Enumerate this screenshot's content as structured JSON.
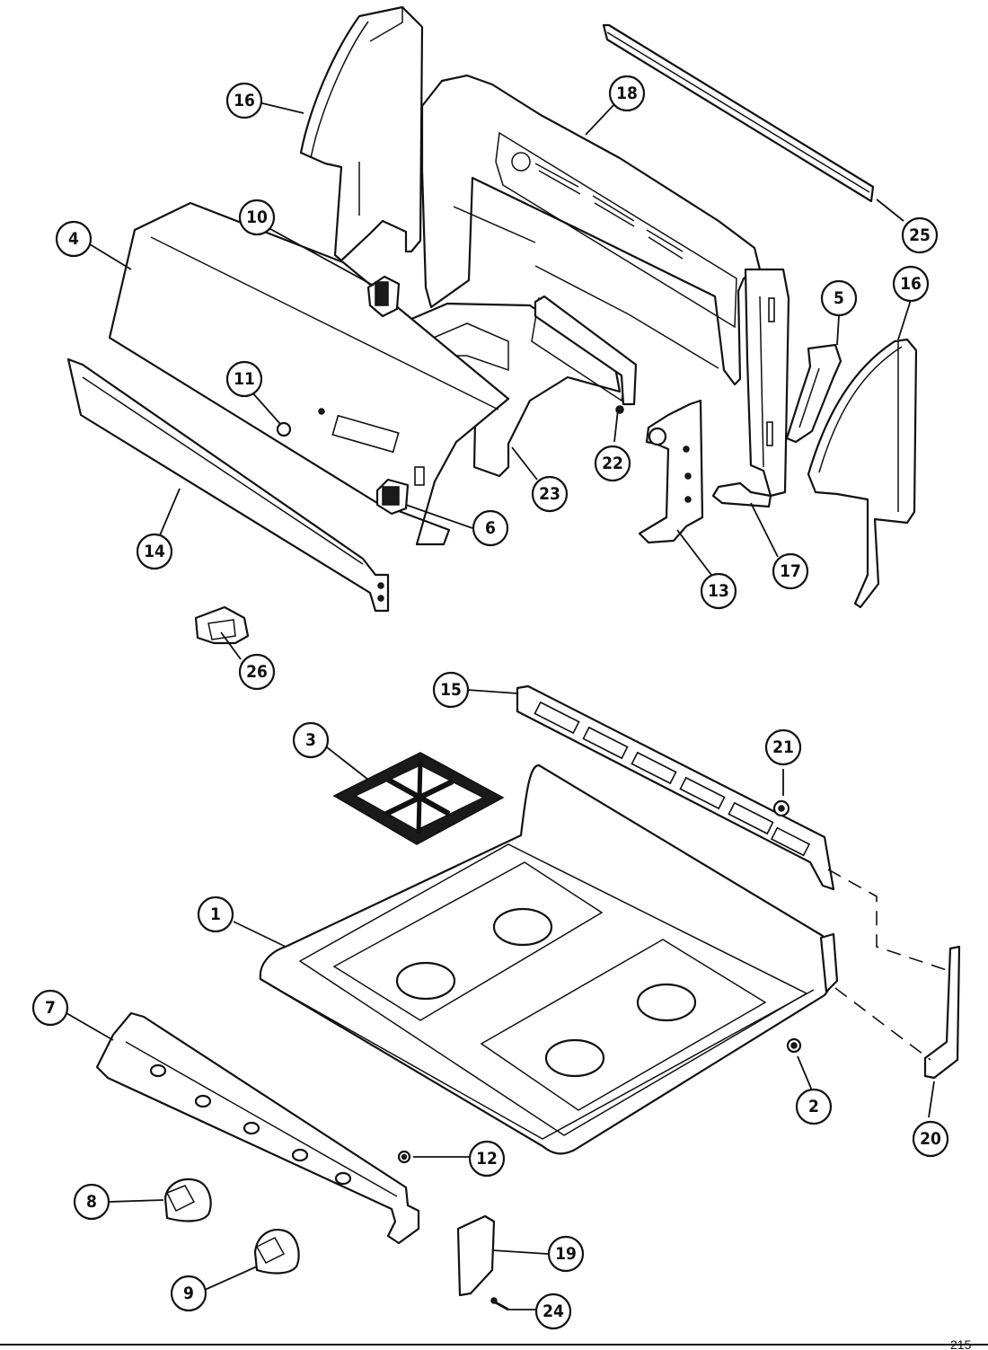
{
  "callouts": [
    {
      "id": "16a",
      "label": "16"
    },
    {
      "id": "18",
      "label": "18"
    },
    {
      "id": "25",
      "label": "25"
    },
    {
      "id": "4",
      "label": "4"
    },
    {
      "id": "10",
      "label": "10"
    },
    {
      "id": "5",
      "label": "5"
    },
    {
      "id": "16b",
      "label": "16"
    },
    {
      "id": "11",
      "label": "11"
    },
    {
      "id": "22",
      "label": "22"
    },
    {
      "id": "23",
      "label": "23"
    },
    {
      "id": "6",
      "label": "6"
    },
    {
      "id": "14",
      "label": "14"
    },
    {
      "id": "13",
      "label": "13"
    },
    {
      "id": "17",
      "label": "17"
    },
    {
      "id": "26",
      "label": "26"
    },
    {
      "id": "15",
      "label": "15"
    },
    {
      "id": "3",
      "label": "3"
    },
    {
      "id": "21",
      "label": "21"
    },
    {
      "id": "1",
      "label": "1"
    },
    {
      "id": "7",
      "label": "7"
    },
    {
      "id": "2",
      "label": "2"
    },
    {
      "id": "20",
      "label": "20"
    },
    {
      "id": "12",
      "label": "12"
    },
    {
      "id": "8",
      "label": "8"
    },
    {
      "id": "19",
      "label": "19"
    },
    {
      "id": "9",
      "label": "9"
    },
    {
      "id": "24",
      "label": "24"
    }
  ],
  "footer": {
    "code": "215"
  }
}
